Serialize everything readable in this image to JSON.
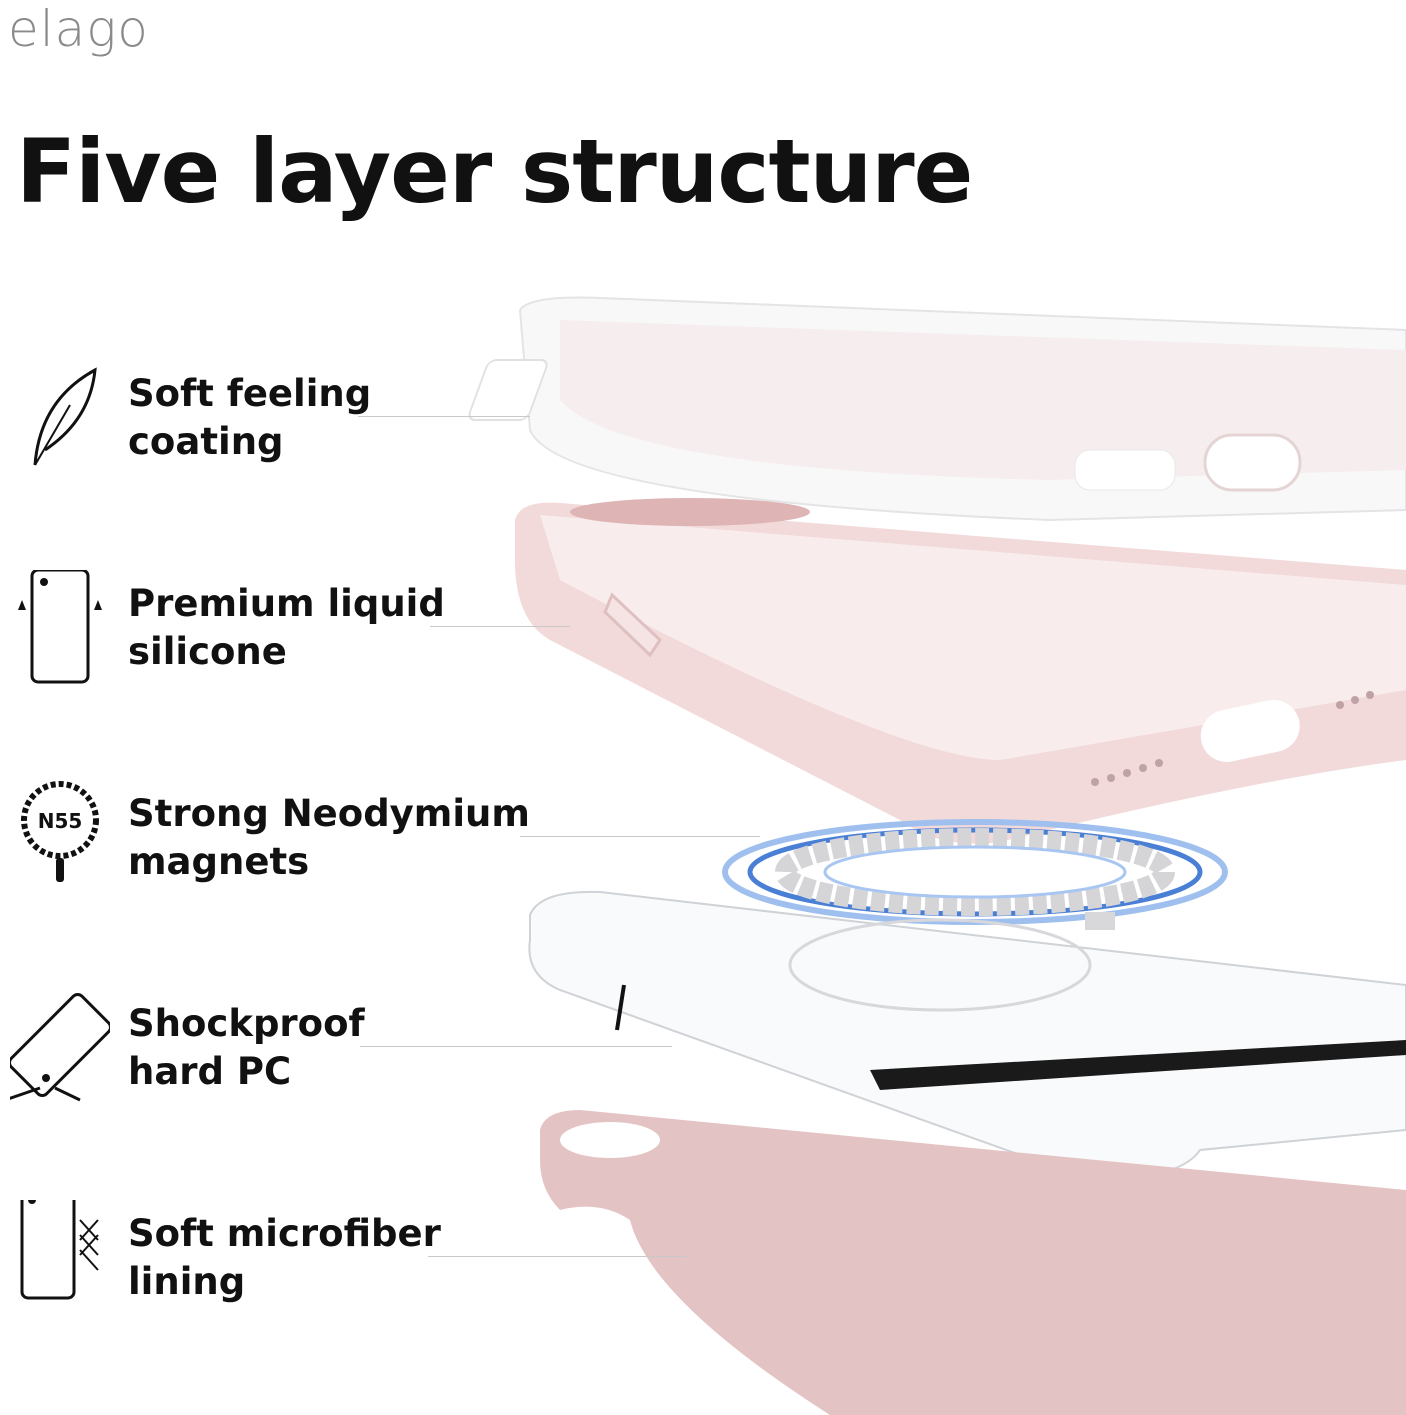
{
  "brand": {
    "logo": "elago"
  },
  "title": "Five layer structure",
  "features": [
    {
      "line1": "Soft feeling",
      "line2": "coating",
      "icon": "feather-icon"
    },
    {
      "line1": "Premium liquid",
      "line2": "silicone",
      "icon": "phone-outline-icon"
    },
    {
      "line1": "Strong Neodymium",
      "line2": "magnets",
      "icon": "magnet-icon",
      "badge": "N55"
    },
    {
      "line1": "Shockproof",
      "line2": "hard PC",
      "icon": "shockproof-phone-icon"
    },
    {
      "line1": "Soft microfiber",
      "line2": "lining",
      "icon": "microfiber-phone-icon"
    }
  ],
  "colors": {
    "pink": "#f2d9da",
    "pink_dark": "#e7c4c6",
    "microfiber": "#e4c3c4",
    "magnet_blue": "#4a7fd6"
  }
}
